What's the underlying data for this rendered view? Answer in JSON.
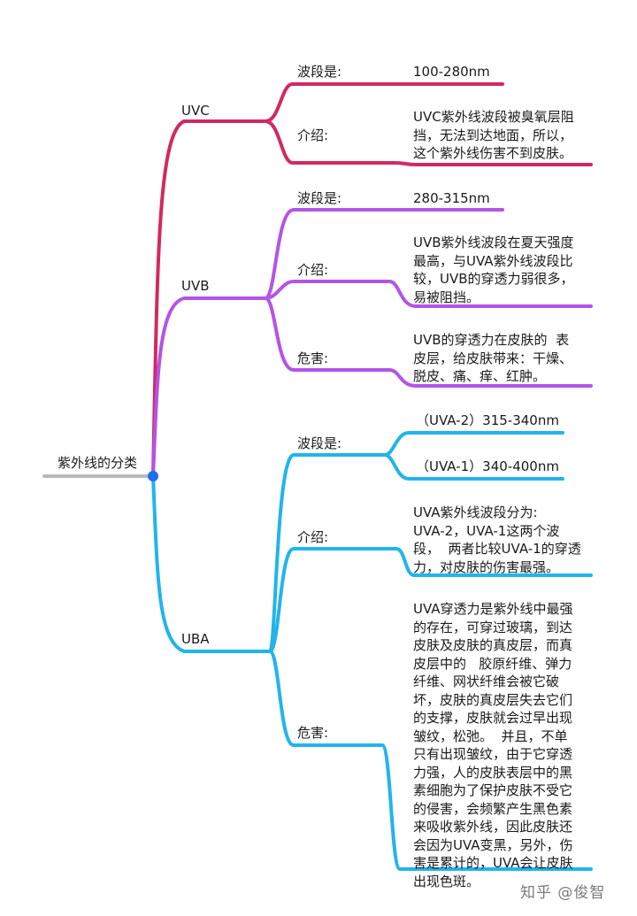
{
  "root": {
    "label": "紫外线的分类",
    "dot_color": "#1e6ff0",
    "stem_color": "#b9b9b9"
  },
  "branches": [
    {
      "name": "UVC",
      "color": "#d12a5e",
      "items": [
        {
          "label": "波段是:",
          "text": "100-280nm"
        },
        {
          "label": "介绍:",
          "text": "UVC紫外线波段被臭氧层阻\n挡，无法到达地面，所以，\n这个紫外线伤害不到皮肤。"
        }
      ]
    },
    {
      "name": "UVB",
      "color": "#b454e6",
      "items": [
        {
          "label": "波段是:",
          "text": "280-315nm"
        },
        {
          "label": "介绍:",
          "text": "UVB紫外线波段在夏天强度\n最高，与UVA紫外线波段比\n较，UVB的穿透力弱很多，\n易被阻挡。"
        },
        {
          "label": "危害:",
          "text": "UVB的穿透力在皮肤的  表\n皮层，给皮肤带来：干燥、\n脱皮、痛、痒、红肿。"
        }
      ]
    },
    {
      "name": "UBA",
      "color": "#22b4ec",
      "items": [
        {
          "label": "波段是:",
          "subitems": [
            "（UVA-2）315-340nm",
            "（UVA-1）340-400nm"
          ]
        },
        {
          "label": "介绍:",
          "text": "UVA紫外线波段分为:\nUVA-2，UVA-1这两个波\n段，  两者比较UVA-1的穿透\n力，对皮肤的伤害最强。"
        },
        {
          "label": "危害:",
          "text": "UVA穿透力是紫外线中最强\n的存在，可穿过玻璃，到达\n皮肤及皮肤的真皮层，而真\n皮层中的   胶原纤维、弹力\n纤维、网状纤维会被它破\n坏，皮肤的真皮层失去它们\n的支撑，皮肤就会过早出现\n皱纹，松弛。  并且，不单\n只有出现皱纹，由于它穿透\n力强，人的皮肤表层中的黑\n素细胞为了保护皮肤不受它\n的侵害，会频繁产生黑色素\n来吸收紫外线，因此皮肤还\n会因为UVA变黑，另外，伤\n害是累计的，UVA会让皮肤\n出现色斑。"
        }
      ]
    }
  ],
  "watermark": "知乎 @俊智"
}
